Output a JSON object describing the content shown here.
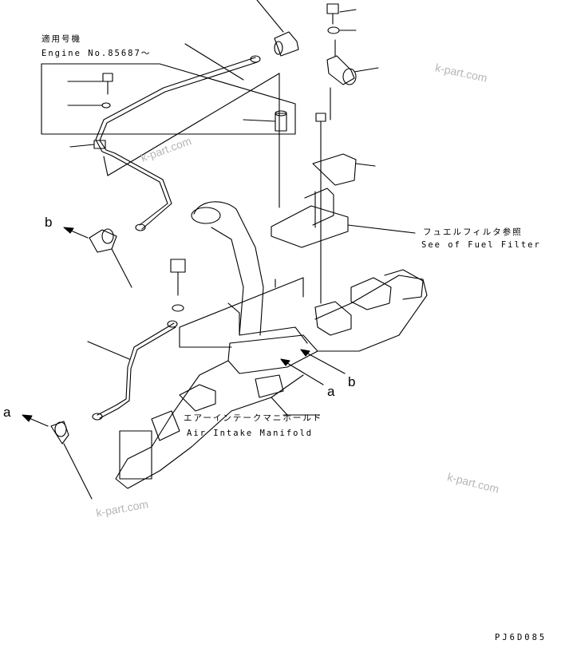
{
  "notes": {
    "applicable_jp": "適用号機",
    "applicable_en": "Engine No.85687～",
    "fuel_filter_jp": "フュエルフィルタ参照",
    "fuel_filter_en": "See of Fuel Filter",
    "manifold_jp": "エアーインテークマニホールド",
    "manifold_en": "Air Intake Manifold"
  },
  "refs": {
    "a_left": "a",
    "b_left": "b",
    "a_right": "a",
    "b_right": "b"
  },
  "watermarks": [
    "k-part.com",
    "k-part.com",
    "k-part.com",
    "k-part.com"
  ],
  "drawing_code": "PJ6D085",
  "colors": {
    "line": "#000000",
    "watermark": "#b5b5b5",
    "background": "#ffffff"
  }
}
